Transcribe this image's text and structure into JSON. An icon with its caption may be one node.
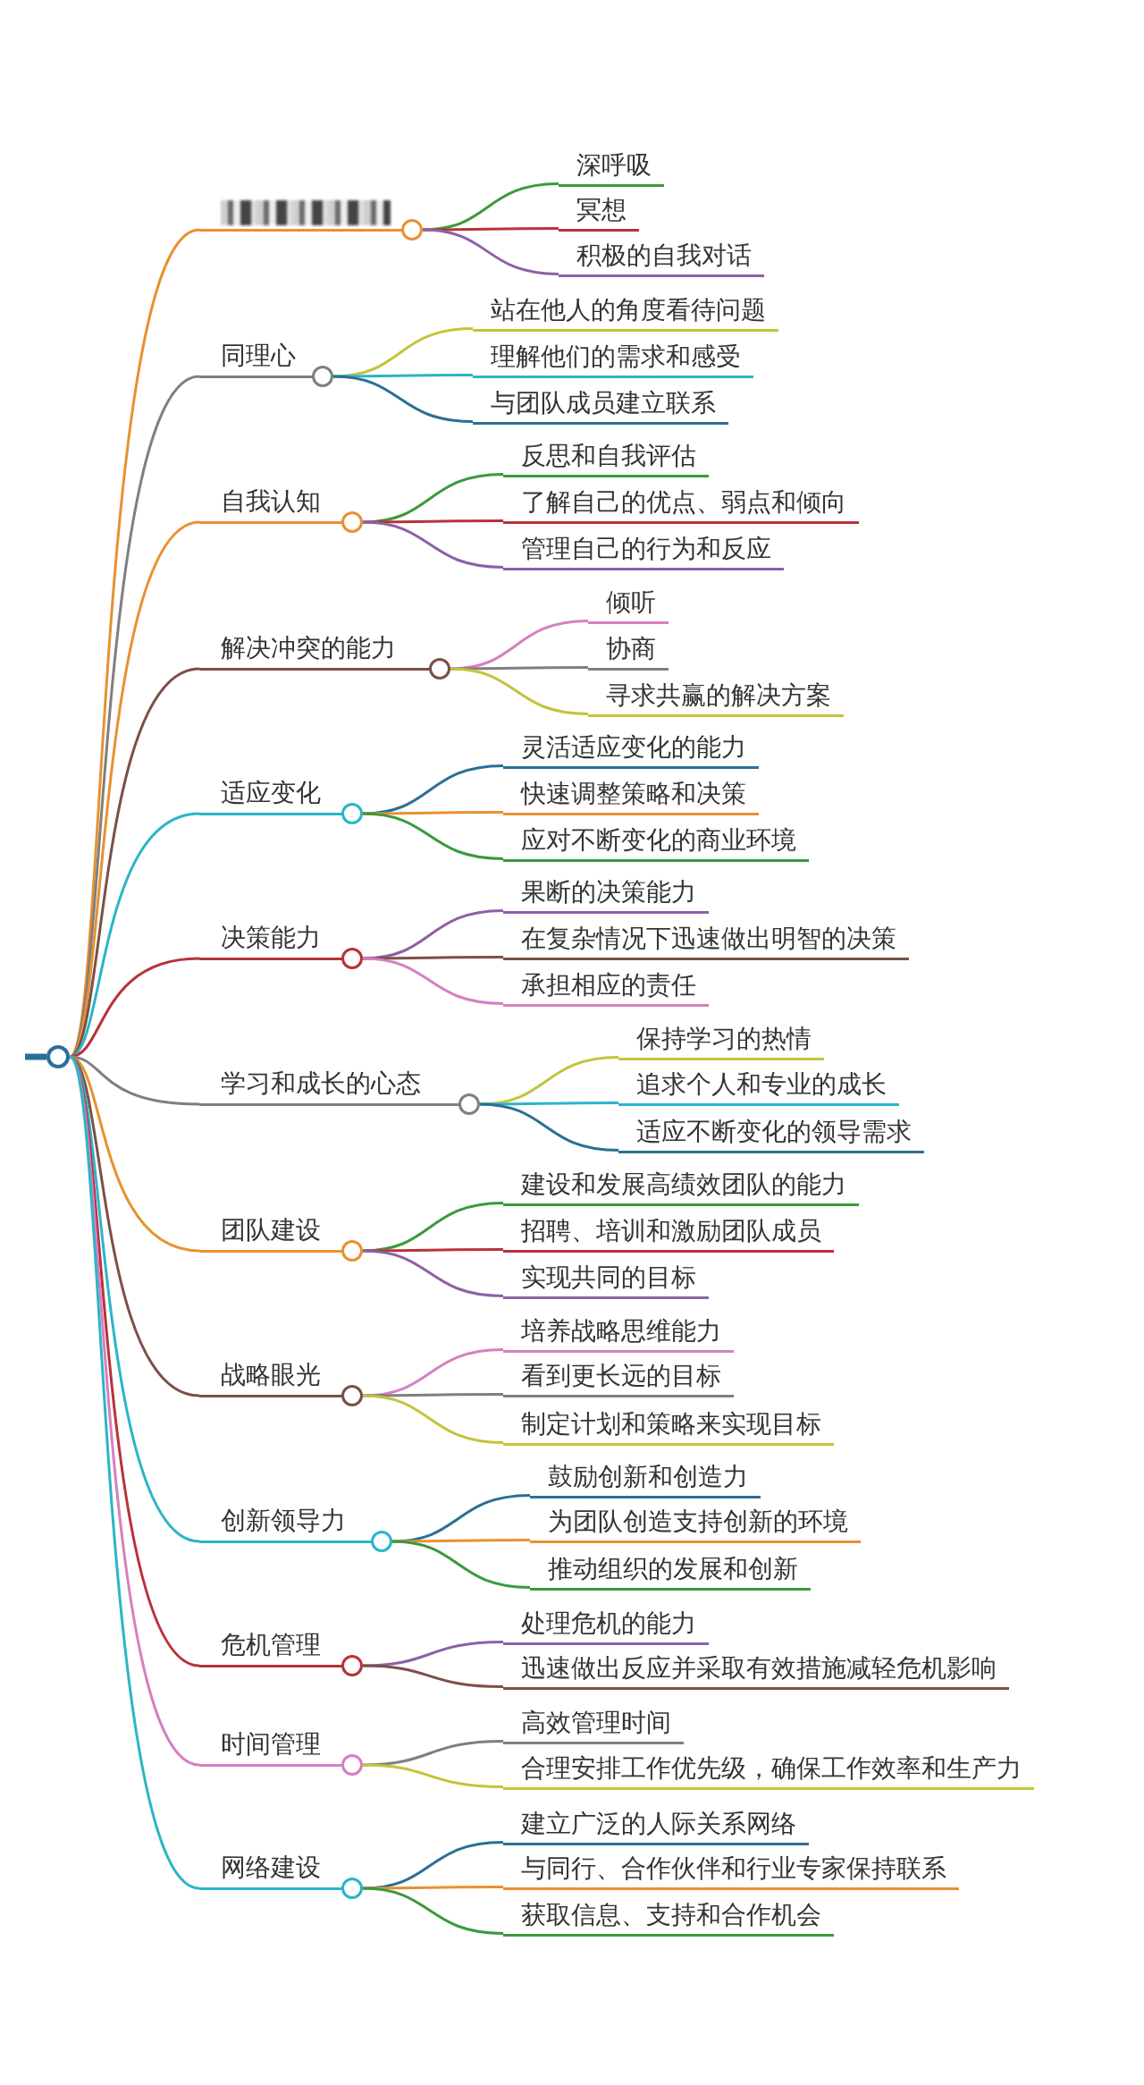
{
  "diagram": {
    "nodes": [
      {
        "text": [],
        "shape": "circle"
      },
      {
        "text": [],
        "shape": "bar"
      },
      {
        "text": [
          "深呼吸"
        ]
      },
      {
        "text": [
          "冥想"
        ]
      },
      {
        "text": [
          "积极的自我对话"
        ]
      },
      {
        "text": [
          "同理心"
        ]
      },
      {
        "text": [
          "站在他人的角度看待问题"
        ]
      },
      {
        "text": [
          "理解他们的需求和感受"
        ]
      },
      {
        "text": [
          "与团队成员建立联系"
        ]
      },
      {
        "text": [
          "自我认知"
        ]
      },
      {
        "text": [
          "反思和自我评估"
        ]
      },
      {
        "text": [
          "了解自己的优点、弱点和倾向"
        ]
      },
      {
        "text": [
          "管理自己的行为和反应"
        ]
      },
      {
        "text": [
          "解决冲突的能力"
        ]
      },
      {
        "text": [
          "倾听"
        ]
      },
      {
        "text": [
          "协商"
        ]
      },
      {
        "text": [
          "寻求共赢的解决方案"
        ]
      },
      {
        "text": [
          "适应变化"
        ]
      },
      {
        "text": [
          "灵活适应变化的能力"
        ]
      },
      {
        "text": [
          "快速调整策略和决策"
        ]
      },
      {
        "text": [
          "应对不断变化的商业环境"
        ]
      },
      {
        "text": [
          "决策能力"
        ]
      },
      {
        "text": [
          "果断的决策能力"
        ]
      },
      {
        "text": [
          "在复杂情况下迅速做出明智的决策"
        ]
      },
      {
        "text": [
          "承担相应的责任"
        ]
      },
      {
        "text": [
          "学习和成长的心态"
        ]
      },
      {
        "text": [
          "保持学习的热情"
        ]
      },
      {
        "text": [
          "追求个人和专业的成长"
        ]
      },
      {
        "text": [
          "适应不断变化的领导需求"
        ]
      },
      {
        "text": [
          "团队建设"
        ]
      },
      {
        "text": [
          "建设和发展高绩效团队的能力"
        ]
      },
      {
        "text": [
          "招聘、培训和激励团队成员"
        ]
      },
      {
        "text": [
          "实现共同的目标"
        ]
      },
      {
        "text": [
          "战略眼光"
        ]
      },
      {
        "text": [
          "培养战略思维能力"
        ]
      },
      {
        "text": [
          "看到更长远的目标"
        ]
      },
      {
        "text": [
          "制定计划和策略来实现目标"
        ]
      },
      {
        "text": [
          "创新领导力"
        ]
      },
      {
        "text": [
          "鼓励创新和创造力"
        ]
      },
      {
        "text": [
          "为团队创造支持创新的环境"
        ]
      },
      {
        "text": [
          "推动组织的发展和创新"
        ]
      },
      {
        "text": [
          "危机管理"
        ]
      },
      {
        "text": [
          "处理危机的能力"
        ]
      },
      {
        "text": [
          "迅速做出反应并采取有效措施减轻危机影响"
        ]
      },
      {
        "text": [
          "时间管理"
        ]
      },
      {
        "text": [
          "高效管理时间"
        ]
      },
      {
        "text": [
          "合理安排工作优先级，确保工作效率和生产力"
        ]
      },
      {
        "text": [
          "网络建设"
        ]
      },
      {
        "text": [
          "建立广泛的人际关系网络"
        ]
      },
      {
        "text": [
          "与同行、合作伙伴和行业专家保持联系"
        ]
      },
      {
        "text": [
          "获取信息、支持和合作机会"
        ]
      }
    ],
    "edges": [
      {
        "from": null,
        "to": 0,
        "arrow": "none",
        "style": "thick",
        "color": "#2a6f97"
      },
      {
        "from": 0,
        "to": 1,
        "arrow": "none",
        "color": "#e8912f"
      },
      {
        "from": 1,
        "to": 2,
        "arrow": "none",
        "color": "#3a9a3a"
      },
      {
        "from": 1,
        "to": 3,
        "arrow": "none",
        "color": "#b8323a"
      },
      {
        "from": 1,
        "to": 4,
        "arrow": "none",
        "color": "#8e5fa8"
      },
      {
        "from": 0,
        "to": 5,
        "arrow": "none",
        "color": "#7f7f7f"
      },
      {
        "from": 5,
        "to": 6,
        "arrow": "none",
        "color": "#c3c43a"
      },
      {
        "from": 5,
        "to": 7,
        "arrow": "none",
        "color": "#2bb5c8"
      },
      {
        "from": 5,
        "to": 8,
        "arrow": "none",
        "color": "#2a6f97"
      },
      {
        "from": 0,
        "to": 9,
        "arrow": "none",
        "color": "#e8912f"
      },
      {
        "from": 9,
        "to": 10,
        "arrow": "none",
        "color": "#3a9a3a"
      },
      {
        "from": 9,
        "to": 11,
        "arrow": "none",
        "color": "#b8323a"
      },
      {
        "from": 9,
        "to": 12,
        "arrow": "none",
        "color": "#8e5fa8"
      },
      {
        "from": 0,
        "to": 13,
        "arrow": "none",
        "color": "#7b5048"
      },
      {
        "from": 13,
        "to": 14,
        "arrow": "none",
        "color": "#d67fc0"
      },
      {
        "from": 13,
        "to": 15,
        "arrow": "none",
        "color": "#7f7f7f"
      },
      {
        "from": 13,
        "to": 16,
        "arrow": "none",
        "color": "#c3c43a"
      },
      {
        "from": 0,
        "to": 17,
        "arrow": "none",
        "color": "#2bb5c8"
      },
      {
        "from": 17,
        "to": 18,
        "arrow": "none",
        "color": "#2a6f97"
      },
      {
        "from": 17,
        "to": 19,
        "arrow": "none",
        "color": "#e8912f"
      },
      {
        "from": 17,
        "to": 20,
        "arrow": "none",
        "color": "#3a9a3a"
      },
      {
        "from": 0,
        "to": 21,
        "arrow": "none",
        "color": "#b8323a"
      },
      {
        "from": 21,
        "to": 22,
        "arrow": "none",
        "color": "#8e5fa8"
      },
      {
        "from": 21,
        "to": 23,
        "arrow": "none",
        "color": "#7b5048"
      },
      {
        "from": 21,
        "to": 24,
        "arrow": "none",
        "color": "#d67fc0"
      },
      {
        "from": 0,
        "to": 25,
        "arrow": "none",
        "color": "#7f7f7f"
      },
      {
        "from": 25,
        "to": 26,
        "arrow": "none",
        "color": "#c3c43a"
      },
      {
        "from": 25,
        "to": 27,
        "arrow": "none",
        "color": "#2bb5c8"
      },
      {
        "from": 25,
        "to": 28,
        "arrow": "none",
        "color": "#2a6f97"
      },
      {
        "from": 0,
        "to": 29,
        "arrow": "none",
        "color": "#e8912f"
      },
      {
        "from": 29,
        "to": 30,
        "arrow": "none",
        "color": "#3a9a3a"
      },
      {
        "from": 29,
        "to": 31,
        "arrow": "none",
        "color": "#b8323a"
      },
      {
        "from": 29,
        "to": 32,
        "arrow": "none",
        "color": "#8e5fa8"
      },
      {
        "from": 0,
        "to": 33,
        "arrow": "none",
        "color": "#7b5048"
      },
      {
        "from": 33,
        "to": 34,
        "arrow": "none",
        "color": "#d67fc0"
      },
      {
        "from": 33,
        "to": 35,
        "arrow": "none",
        "color": "#7f7f7f"
      },
      {
        "from": 33,
        "to": 36,
        "arrow": "none",
        "color": "#c3c43a"
      },
      {
        "from": 0,
        "to": 37,
        "arrow": "none",
        "color": "#2bb5c8"
      },
      {
        "from": 37,
        "to": 38,
        "arrow": "none",
        "color": "#2a6f97"
      },
      {
        "from": 37,
        "to": 39,
        "arrow": "none",
        "color": "#e8912f"
      },
      {
        "from": 37,
        "to": 40,
        "arrow": "none",
        "color": "#3a9a3a"
      },
      {
        "from": 0,
        "to": 41,
        "arrow": "none",
        "color": "#b8323a"
      },
      {
        "from": 41,
        "to": 42,
        "arrow": "none",
        "color": "#8e5fa8"
      },
      {
        "from": 41,
        "to": 43,
        "arrow": "none",
        "color": "#7b5048"
      },
      {
        "from": 0,
        "to": 44,
        "arrow": "none",
        "color": "#d67fc0"
      },
      {
        "from": 44,
        "to": 45,
        "arrow": "none",
        "color": "#7f7f7f"
      },
      {
        "from": 44,
        "to": 46,
        "arrow": "none",
        "color": "#c3c43a"
      },
      {
        "from": 0,
        "to": 47,
        "arrow": "none",
        "color": "#2bb5c8"
      },
      {
        "from": 47,
        "to": 48,
        "arrow": "none",
        "color": "#2a6f97"
      },
      {
        "from": 47,
        "to": 49,
        "arrow": "none",
        "color": "#e8912f"
      },
      {
        "from": 47,
        "to": 50,
        "arrow": "none",
        "color": "#3a9a3a"
      }
    ]
  }
}
